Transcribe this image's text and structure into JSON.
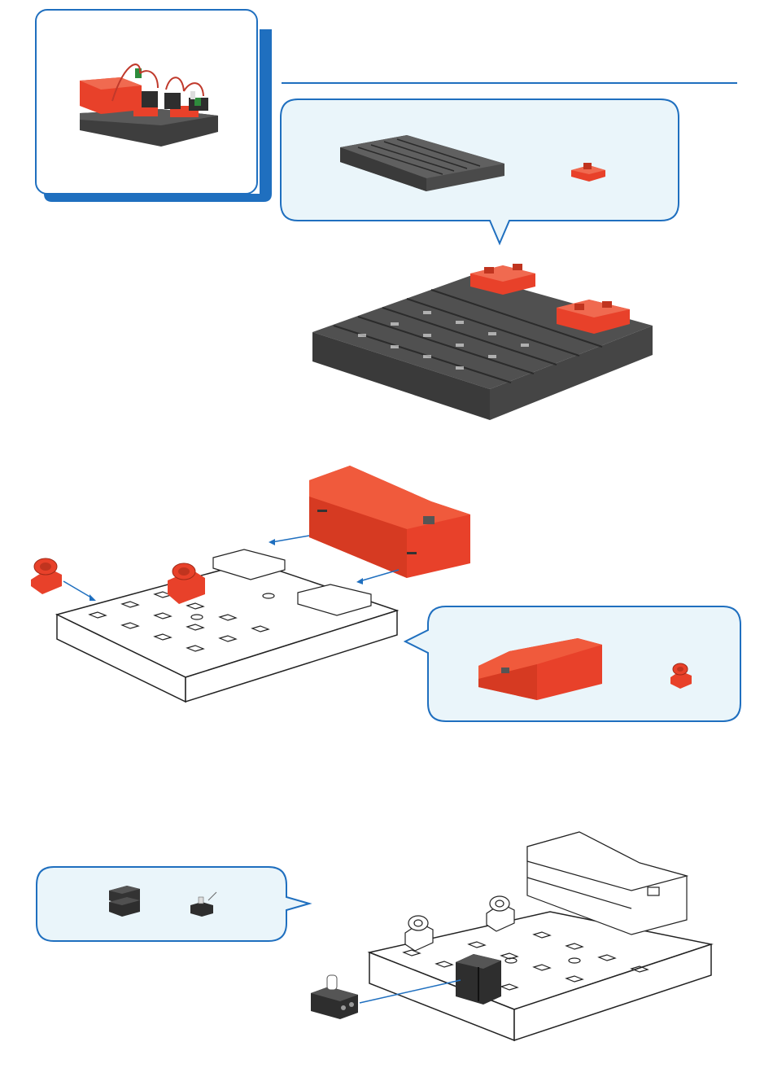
{
  "page": {
    "background": "#ffffff"
  },
  "colors": {
    "accent_blue": "#1f6fbf",
    "bubble_fill": "#eaf5fa",
    "red_part": "#e8412a",
    "dark_part": "#4a4a4a",
    "white_part": "#ffffff"
  },
  "overview_card": {
    "icon": "finished-model-thumbnail"
  },
  "header_rule": {
    "present": true
  },
  "steps": [
    {
      "id": "step-1",
      "parts": [
        "dark-base-plate",
        "red-building-block"
      ],
      "result": "dark-base-with-red-blocks"
    },
    {
      "id": "step-2",
      "parts": [
        "red-battery-box",
        "red-bearing-block"
      ],
      "result": "white-base-with-battery-box-and-bearing"
    },
    {
      "id": "step-3",
      "parts": [
        "black-building-block-stack",
        "led-lamp-holder"
      ],
      "result": "white-base-with-black-blocks-and-lamp"
    }
  ]
}
